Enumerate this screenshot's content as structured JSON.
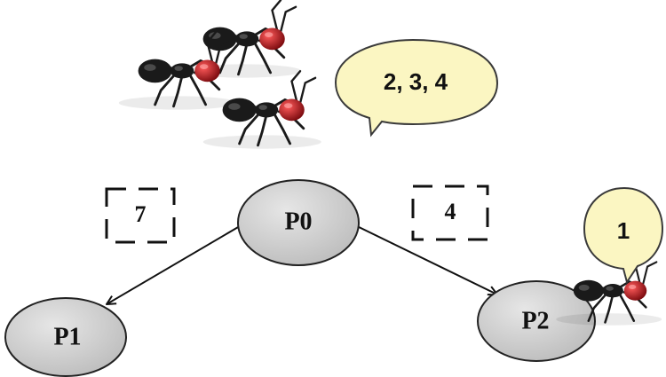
{
  "nodes": {
    "p0": {
      "label": "P0"
    },
    "p1": {
      "label": "P1"
    },
    "p2": {
      "label": "P2"
    }
  },
  "edges": [
    {
      "from": "P0",
      "to": "P1",
      "weight": "7"
    },
    {
      "from": "P0",
      "to": "P2",
      "weight": "4"
    }
  ],
  "bubbles": {
    "colony": {
      "text": "2, 3, 4"
    },
    "single_ant": {
      "text": "1"
    }
  },
  "icons": {
    "ant_group": "ant-icon",
    "ant_single": "ant-icon"
  },
  "colors": {
    "node_fill": "#d3d3d3",
    "bubble_fill": "#fbf6c2",
    "ant_body": "#1a1a1a",
    "ant_head": "#c0121a"
  }
}
